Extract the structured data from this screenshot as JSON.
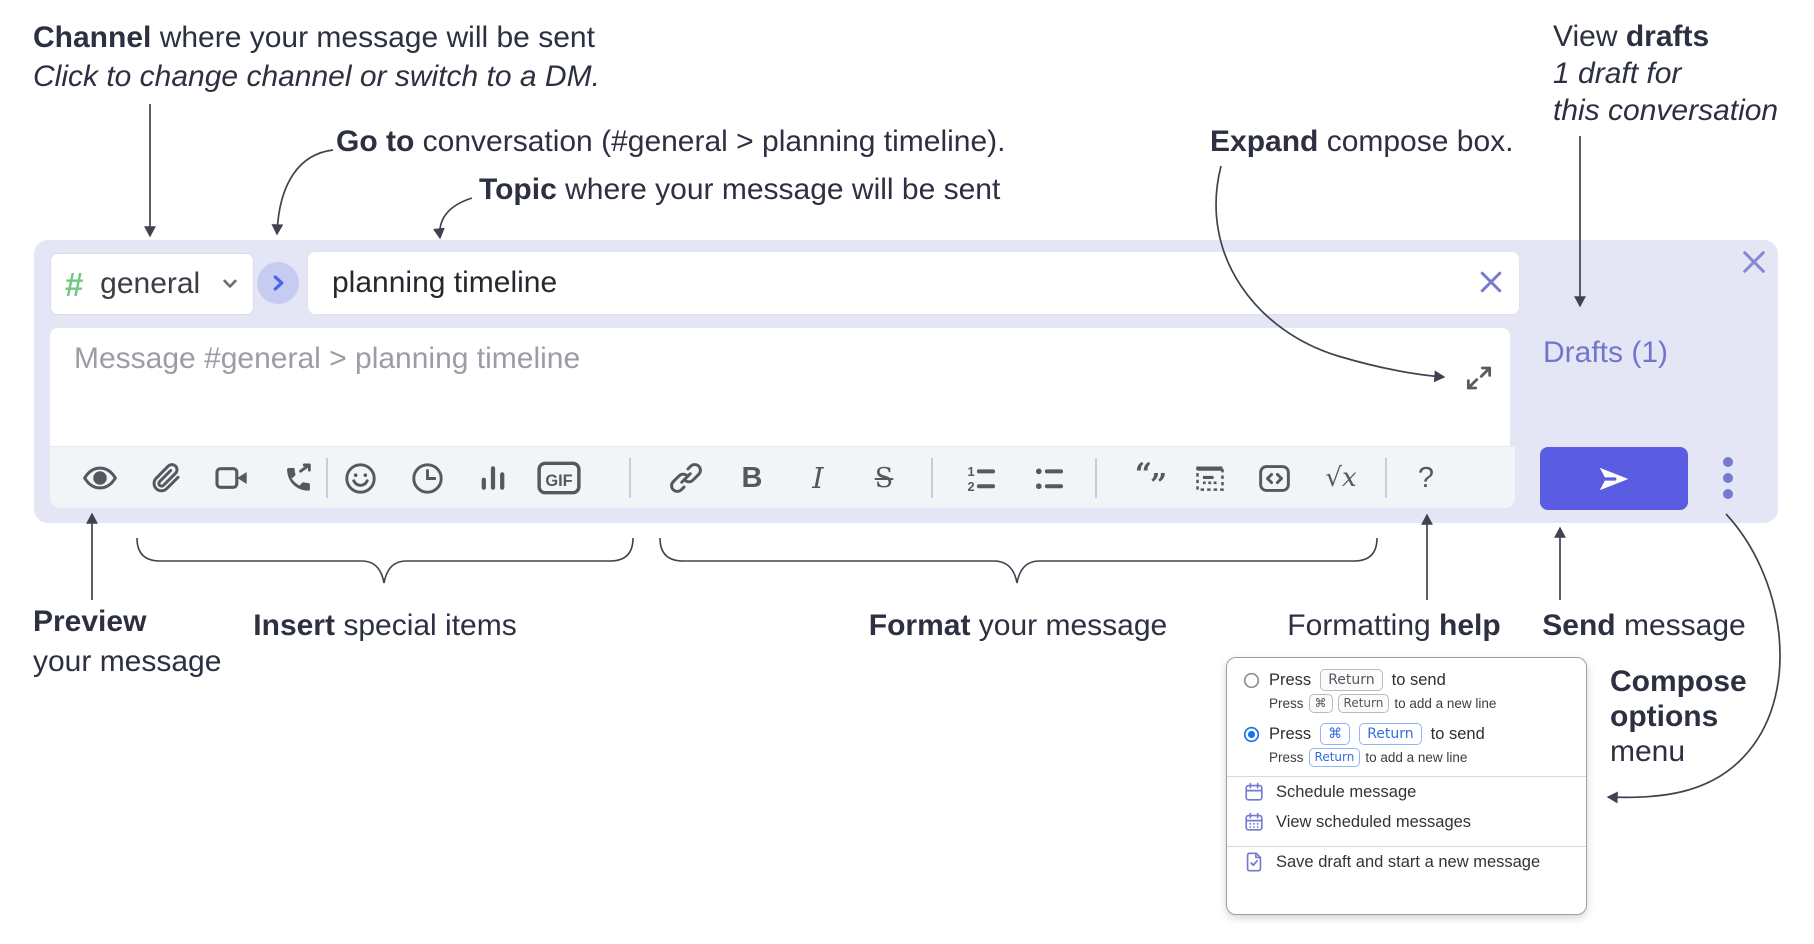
{
  "annotations": {
    "channel": {
      "bold": "Channel",
      "rest": " where your message will be sent",
      "sub": "Click to change channel or switch to a DM."
    },
    "goto": {
      "bold": "Go to",
      "rest": " conversation (#general > planning timeline)."
    },
    "topic": {
      "bold": "Topic",
      "rest": " where your message will be sent"
    },
    "expand": {
      "bold": "Expand",
      "rest": " compose box."
    },
    "drafts": {
      "line1_pre": "View ",
      "line1_bold": "drafts",
      "line2": "1 draft for",
      "line3": "this conversation"
    },
    "preview": {
      "bold": "Preview",
      "rest": "your message"
    },
    "insert": {
      "bold": "Insert",
      "rest": " special items"
    },
    "format": {
      "bold": "Format",
      "rest": " your message"
    },
    "help": {
      "pre": "Formatting ",
      "bold": "help"
    },
    "send": {
      "bold": "Send",
      "rest": " message"
    },
    "compose_options": {
      "line1": "Compose",
      "line2": "options",
      "line3": "menu"
    }
  },
  "compose": {
    "hash": "#",
    "channel_name": "general",
    "topic_value": "planning timeline",
    "message_placeholder": "Message #general > planning timeline",
    "drafts_link": "Drafts (1)"
  },
  "toolbar": {
    "icon_names": [
      "preview-eye",
      "attach-file",
      "video-call",
      "voice-call",
      "emoji",
      "time",
      "poll",
      "gif",
      "link",
      "bold",
      "italic",
      "strikethrough",
      "numbered-list",
      "bulleted-list",
      "quote",
      "spoiler",
      "code",
      "math",
      "help"
    ],
    "glyphs": {
      "gif": "GIF",
      "bold": "B",
      "italic": "I",
      "strike": "S",
      "quote_open": "“",
      "quote_close": "”",
      "sqrt": "√x",
      "help": "?"
    }
  },
  "popup": {
    "option1": {
      "prefix": "Press",
      "key": "Return",
      "suffix": "to send",
      "sub_prefix": "Press",
      "sub_key1": "⌘",
      "sub_key2": "Return",
      "sub_suffix": "to add a new line"
    },
    "option2": {
      "prefix": "Press",
      "key1": "⌘",
      "key2": "Return",
      "suffix": "to send",
      "sub_prefix": "Press",
      "sub_key": "Return",
      "sub_suffix": "to add a new line"
    },
    "items": {
      "schedule": "Schedule message",
      "view_scheduled": "View scheduled messages",
      "save_draft": "Save draft and start a new message"
    }
  },
  "colors": {
    "accent_send": "#5a5ce2",
    "container": "#e4e6f5",
    "purple": "#7276ca",
    "kbd_blue": "#2f6fe0",
    "hash_green": "#6fc982"
  }
}
